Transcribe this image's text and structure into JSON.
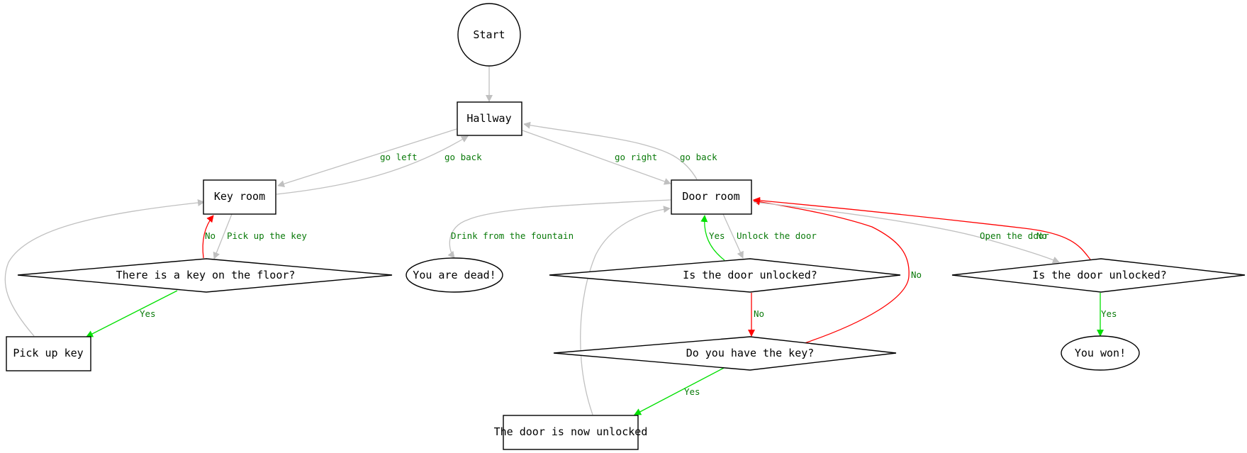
{
  "diagram": {
    "type": "flowchart",
    "colors": {
      "default_edge": "#c0c0c0",
      "yes_edge": "#00e000",
      "no_edge": "#ff0000",
      "edge_label": "#0a7a0a",
      "node_stroke": "#000000"
    },
    "nodes": [
      {
        "id": "start",
        "label": "Start",
        "shape": "circle"
      },
      {
        "id": "hallway",
        "label": "Hallway",
        "shape": "box"
      },
      {
        "id": "key_room",
        "label": "Key room",
        "shape": "box"
      },
      {
        "id": "door_room",
        "label": "Door room",
        "shape": "box"
      },
      {
        "id": "key_on_floor",
        "label": "There is a key on the floor?",
        "shape": "diamond"
      },
      {
        "id": "pick_up_key",
        "label": "Pick up key",
        "shape": "box"
      },
      {
        "id": "dead",
        "label": "You are dead!",
        "shape": "ellipse"
      },
      {
        "id": "door_unlocked_1",
        "label": "Is the door unlocked?",
        "shape": "diamond"
      },
      {
        "id": "have_key",
        "label": "Do you have the key?",
        "shape": "diamond"
      },
      {
        "id": "door_now_unlocked",
        "label": "The door is now unlocked",
        "shape": "box"
      },
      {
        "id": "door_unlocked_2",
        "label": "Is the door unlocked?",
        "shape": "diamond"
      },
      {
        "id": "won",
        "label": "You won!",
        "shape": "ellipse"
      }
    ],
    "edges": [
      {
        "from": "start",
        "to": "hallway",
        "label": "",
        "kind": "default"
      },
      {
        "from": "hallway",
        "to": "key_room",
        "label": "go left",
        "kind": "default"
      },
      {
        "from": "key_room",
        "to": "hallway",
        "label": "go back",
        "kind": "default"
      },
      {
        "from": "hallway",
        "to": "door_room",
        "label": "go right",
        "kind": "default"
      },
      {
        "from": "door_room",
        "to": "hallway",
        "label": "go back",
        "kind": "default"
      },
      {
        "from": "key_room",
        "to": "key_on_floor",
        "label": "Pick up the key",
        "kind": "default"
      },
      {
        "from": "key_on_floor",
        "to": "key_room",
        "label": "No",
        "kind": "no"
      },
      {
        "from": "key_on_floor",
        "to": "pick_up_key",
        "label": "Yes",
        "kind": "yes"
      },
      {
        "from": "pick_up_key",
        "to": "key_room",
        "label": "",
        "kind": "default"
      },
      {
        "from": "door_room",
        "to": "dead",
        "label": "Drink from the fountain",
        "kind": "default"
      },
      {
        "from": "door_room",
        "to": "door_unlocked_1",
        "label": "Unlock the door",
        "kind": "default"
      },
      {
        "from": "door_unlocked_1",
        "to": "door_room",
        "label": "Yes",
        "kind": "yes"
      },
      {
        "from": "door_unlocked_1",
        "to": "have_key",
        "label": "No",
        "kind": "no"
      },
      {
        "from": "have_key",
        "to": "door_room",
        "label": "No",
        "kind": "no"
      },
      {
        "from": "have_key",
        "to": "door_now_unlocked",
        "label": "Yes",
        "kind": "yes"
      },
      {
        "from": "door_now_unlocked",
        "to": "door_room",
        "label": "",
        "kind": "default"
      },
      {
        "from": "door_room",
        "to": "door_unlocked_2",
        "label": "Open the door",
        "kind": "default"
      },
      {
        "from": "door_unlocked_2",
        "to": "door_room",
        "label": "No",
        "kind": "no"
      },
      {
        "from": "door_unlocked_2",
        "to": "won",
        "label": "Yes",
        "kind": "yes"
      }
    ]
  }
}
